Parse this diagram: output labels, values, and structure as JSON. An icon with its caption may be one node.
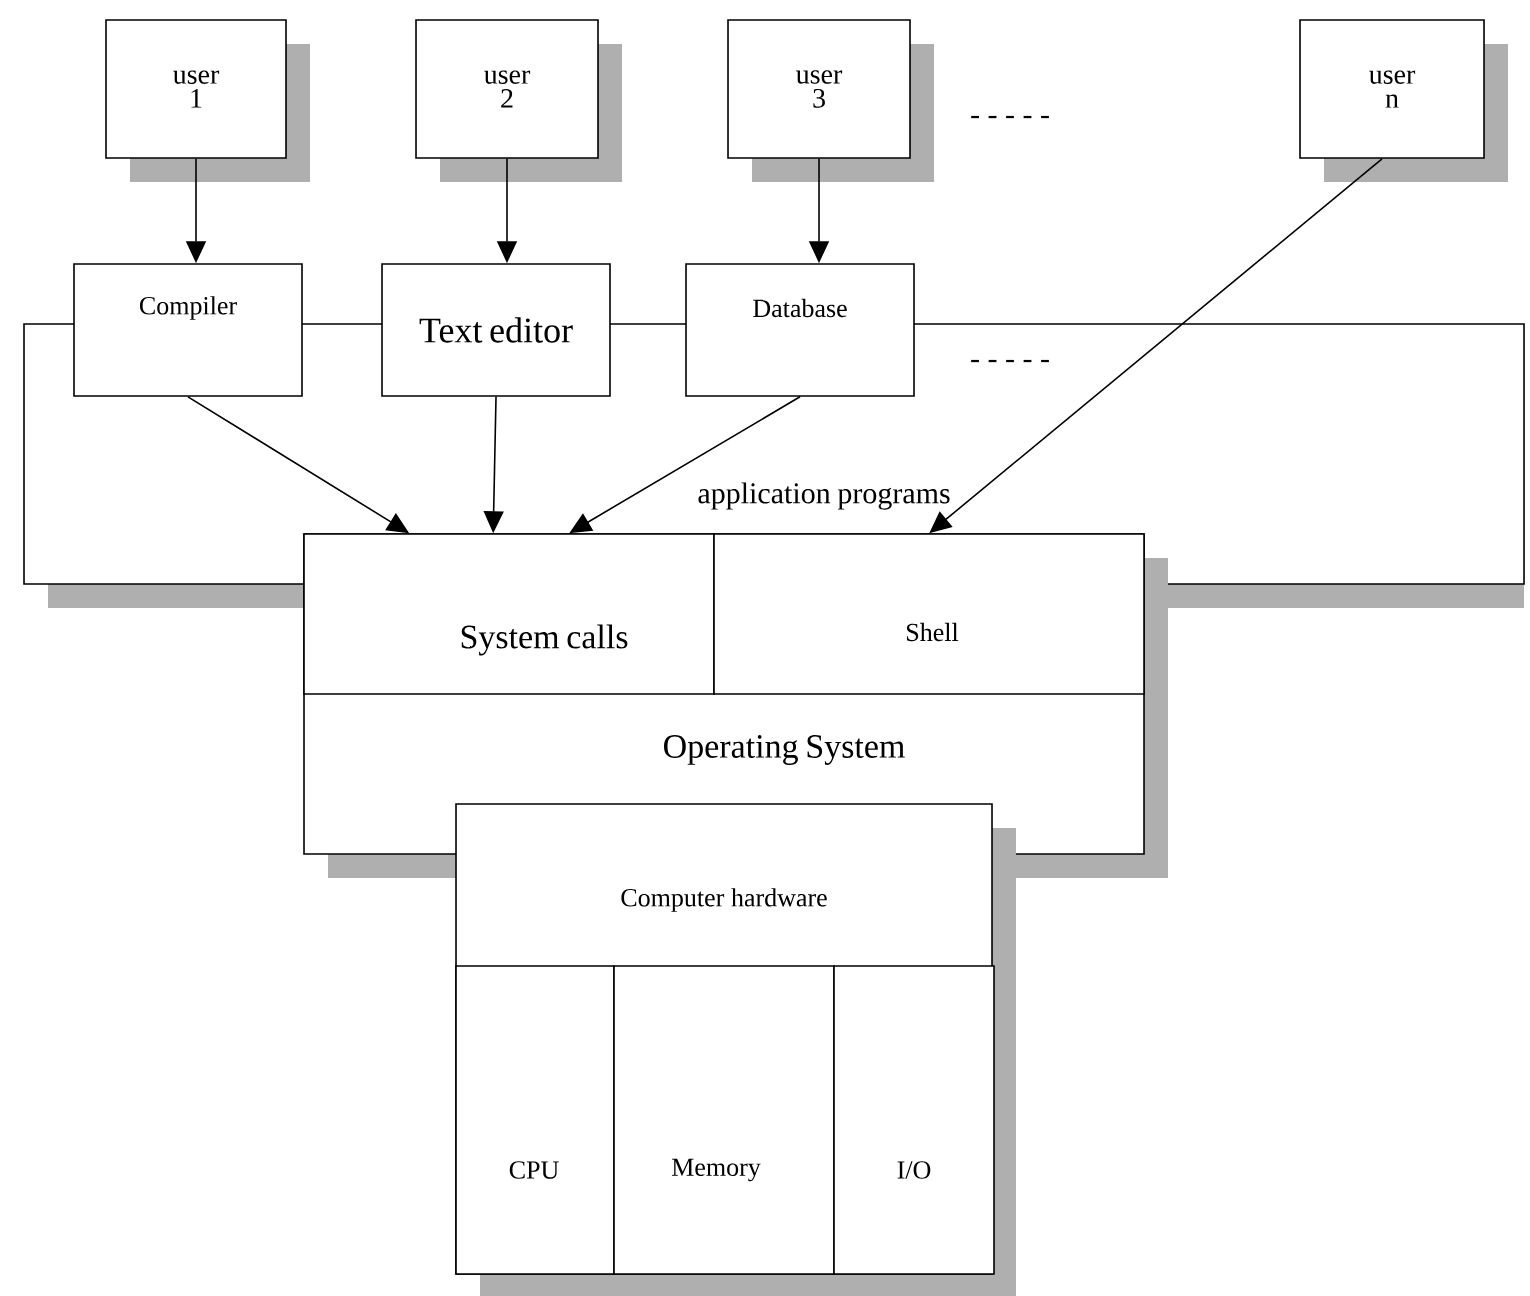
{
  "diagram": {
    "nodes": [
      {
        "text": [
          "user 1"
        ]
      },
      {
        "text": [
          "user 2"
        ]
      },
      {
        "text": [
          "user 3"
        ]
      },
      {
        "text": [
          "user n"
        ]
      },
      {
        "text": [
          "application programs"
        ]
      },
      {
        "text": [
          "Compiler"
        ]
      },
      {
        "text": [
          "Text editor"
        ]
      },
      {
        "text": [
          "Database"
        ]
      },
      {
        "text": [
          "Operating System"
        ]
      },
      {
        "text": [
          "System calls"
        ],
        "in": 8
      },
      {
        "text": [
          "Shell"
        ],
        "in": 8
      },
      {
        "text": [
          "Computer hardware"
        ]
      },
      {
        "text": [
          "CPU"
        ],
        "in": 11
      },
      {
        "text": [
          "Memory"
        ],
        "in": 11
      },
      {
        "text": [
          "I/O"
        ],
        "in": 11
      }
    ],
    "edges": [
      {
        "from": 0,
        "to": 5,
        "arrow": "to"
      },
      {
        "from": 1,
        "to": 6,
        "arrow": "to"
      },
      {
        "from": 2,
        "to": 7,
        "arrow": "to"
      },
      {
        "from": 5,
        "to": 9,
        "arrow": "to"
      },
      {
        "from": 6,
        "to": 9,
        "arrow": "to"
      },
      {
        "from": 7,
        "to": 9,
        "arrow": "to"
      },
      {
        "from": 3,
        "to": 10,
        "arrow": "to"
      }
    ],
    "labels": [
      "- - - - -",
      "- - - - -"
    ]
  }
}
